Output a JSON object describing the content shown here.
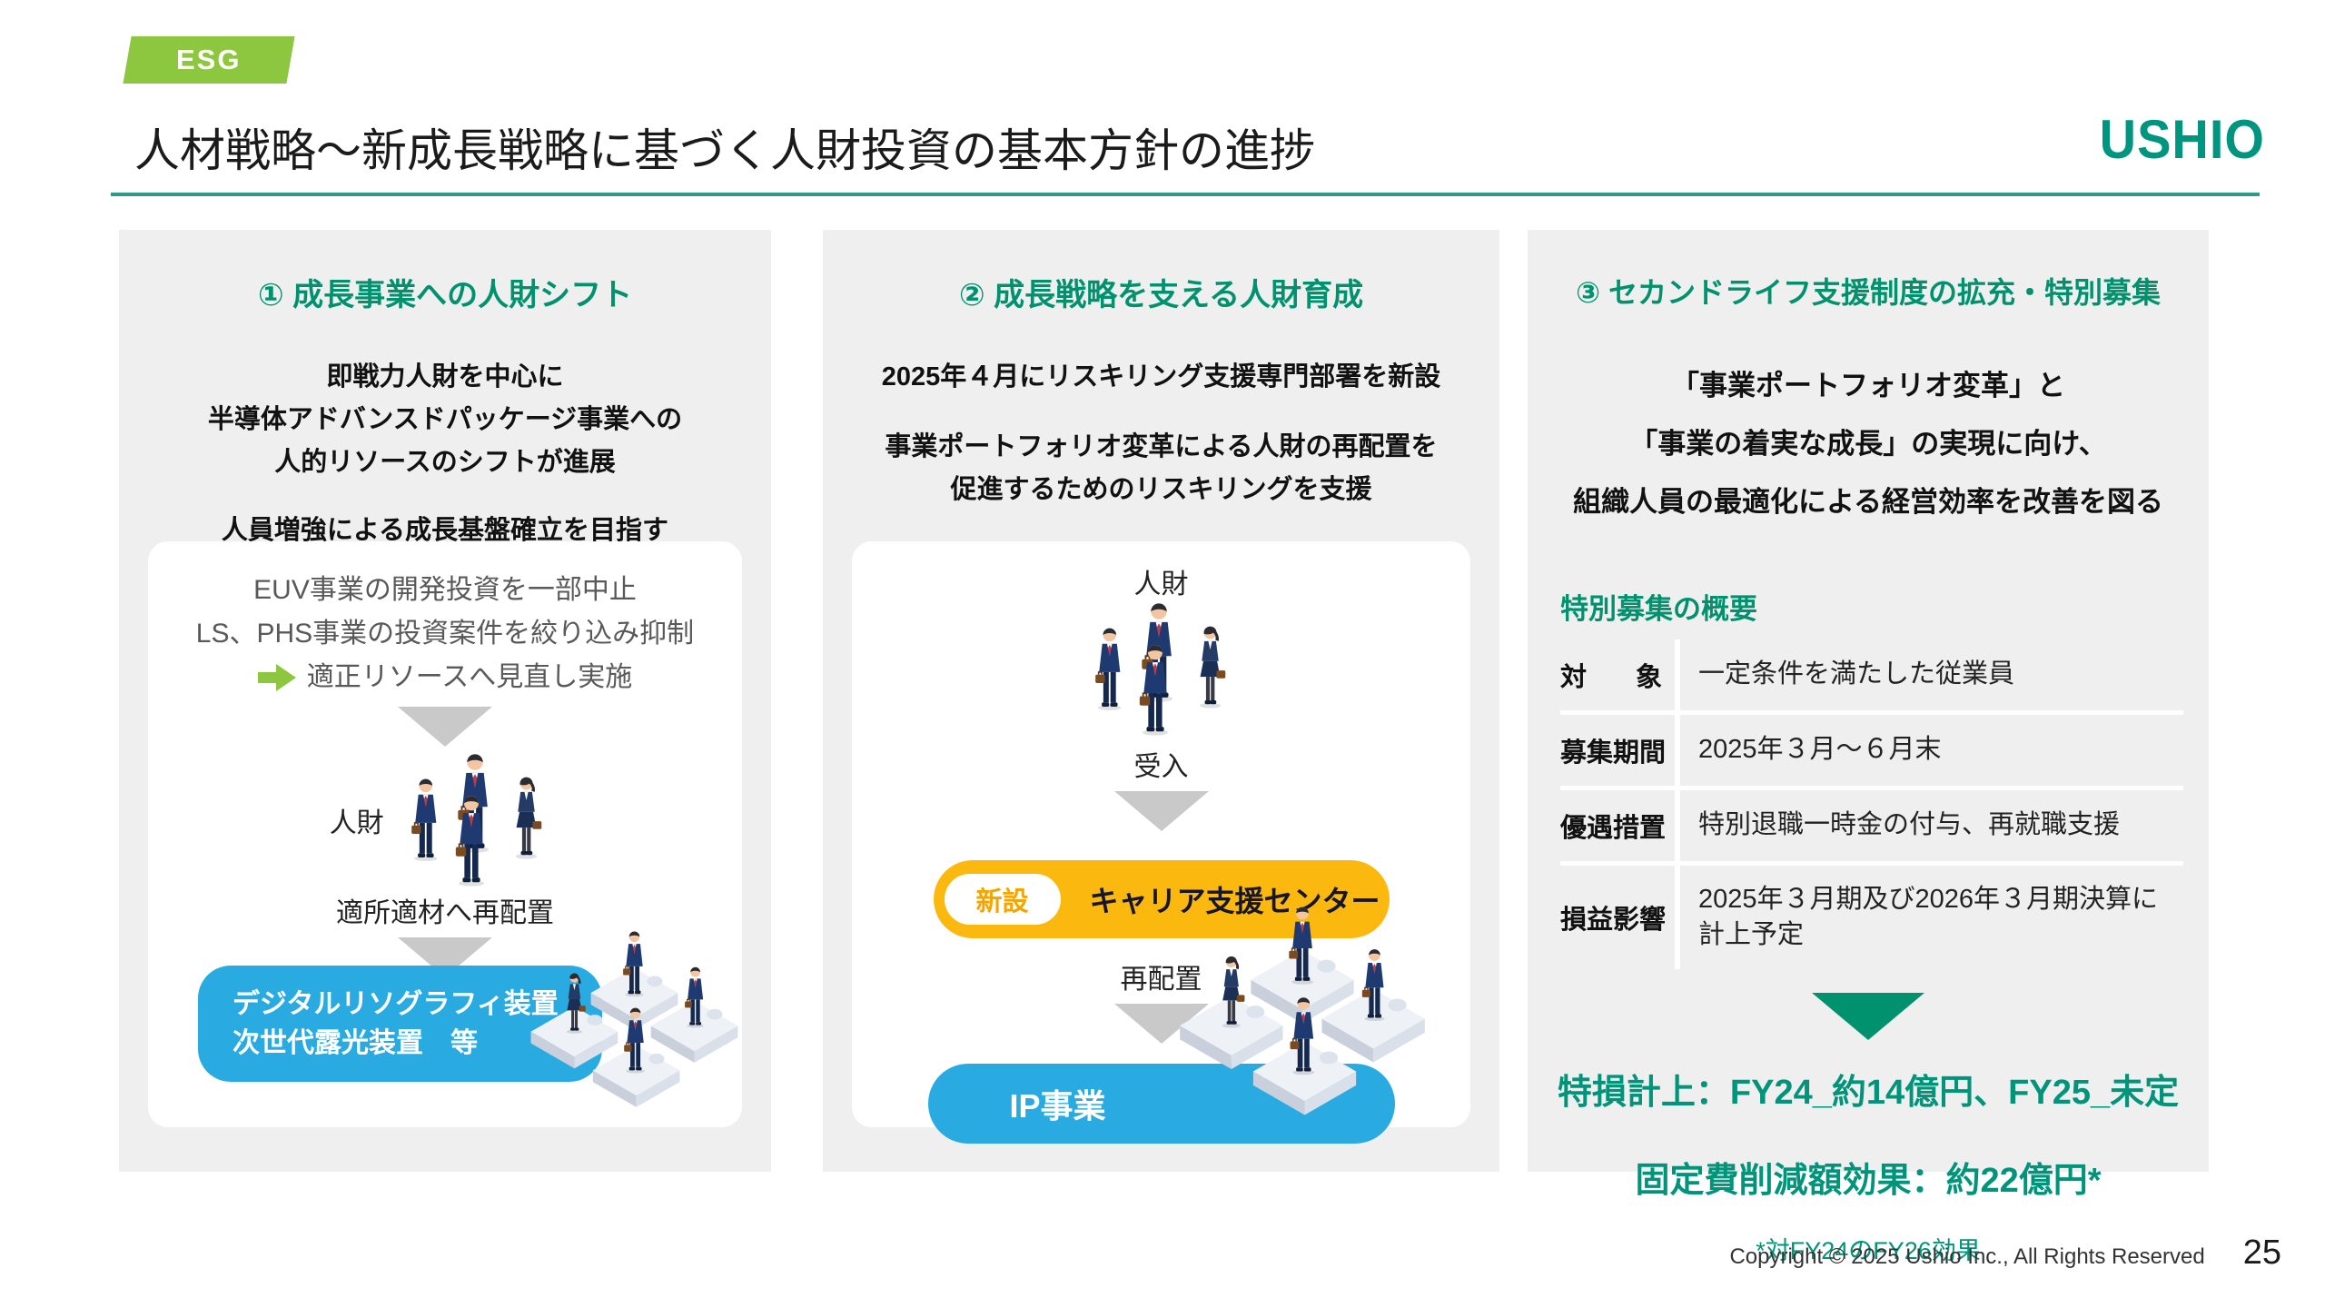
{
  "badge": {
    "label": "ESG"
  },
  "header": {
    "title": "人材戦略～新成長戦略に基づく人財投資の基本方針の進捗",
    "logo": "USHIO"
  },
  "col1": {
    "heading": "① 成長事業への人財シフト",
    "body1": [
      "即戦力人財を中心に",
      "半導体アドバンスドパッケージ事業への",
      "人的リソースのシフトが進展"
    ],
    "body2": "人員増強による成長基盤確立を目指す",
    "box": {
      "gray1": "EUV事業の開発投資を一部中止",
      "gray2": "LS、PHS事業の投資案件を絞り込み抑制",
      "arrow_text": "適正リソースへ見直し実施",
      "people_label": "人財",
      "caption": "適所適材へ再配置",
      "blue1": "デジタルリソグラフィ装置",
      "blue2": "次世代露光装置　等"
    }
  },
  "col2": {
    "heading": "② 成長戦略を支える人財育成",
    "body1": "2025年４月にリスキリング支援専門部署を新設",
    "body2": [
      "事業ポートフォリオ変革による人財の再配置を",
      "促進するためのリスキリングを支援"
    ],
    "box": {
      "people_label": "人財",
      "accept_label": "受入",
      "new_badge": "新設",
      "center_name": "キャリア支援センター",
      "relocate_label": "再配置",
      "blue_label": "IP事業"
    }
  },
  "col3": {
    "heading": "③ セカンドライフ支援制度の拡充・特別募集",
    "body": [
      "「事業ポートフォリオ変革」と",
      "「事業の着実な成長」の実現に向け、",
      "組織人員の最適化による経営効率を改善を図る"
    ],
    "table": {
      "title": "特別募集の概要",
      "rows": [
        {
          "label": "対象",
          "value": "一定条件を満たした従業員"
        },
        {
          "label": "募集期間",
          "value": "2025年３月～６月末"
        },
        {
          "label": "優遇措置",
          "value": "特別退職一時金の付与、再就職支援"
        },
        {
          "label": "損益影響",
          "value": "2025年３月期及び2026年３月期決算に計上予定"
        }
      ]
    },
    "impact1": "特損計上：FY24_約14億円、FY25_未定",
    "impact2": "固定費削減額効果：約22億円*",
    "footnote": "*対FY24のFY26効果"
  },
  "footer": {
    "copyright": "Copyright © 2025 Ushio Inc., All Rights Reserved",
    "page": "25"
  },
  "colors": {
    "badge_green": "#8DC63F",
    "brand_teal": "#00926E",
    "logo_teal": "#00957E",
    "accent_blue": "#29ABE2",
    "accent_yellow": "#FBB80E",
    "amber_text": "#F5A500",
    "panel_gray": "#EFEFEF",
    "triangle_gray": "#C9C9C9",
    "gray_text": "#595959"
  }
}
